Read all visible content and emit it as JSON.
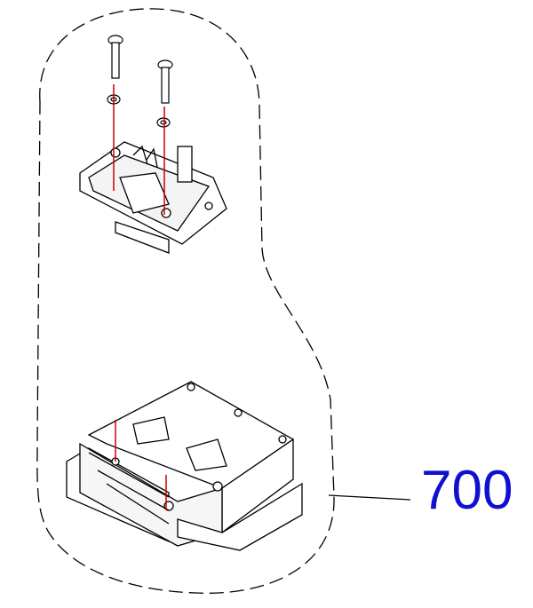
{
  "diagram": {
    "callout_label": "700",
    "callout_color": "#1010d0",
    "guide_line_color": "#cc0000",
    "parts": [
      "screw",
      "washer",
      "head-bracket",
      "print-head-assembly"
    ]
  }
}
